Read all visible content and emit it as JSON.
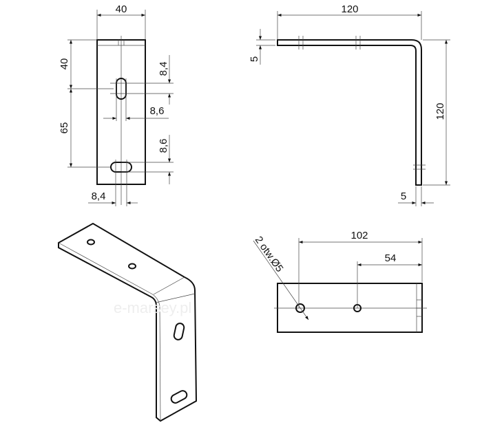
{
  "front_view": {
    "width": "40",
    "top_to_slot": "40",
    "slot_to_slot": "65",
    "slot1_height": "8,4",
    "slot1_width": "8,6",
    "slot2_height": "8,6",
    "slot2_width": "8,4"
  },
  "side_view": {
    "length": "120",
    "thickness_top": "5",
    "height": "120",
    "thickness_bottom": "5"
  },
  "top_view": {
    "hole_spacing_outer": "102",
    "hole_spacing_inner": "54",
    "hole_note": "2 otw.Ø5"
  },
  "watermark": "e-marsey.pl",
  "colors": {
    "line": "#111111",
    "background": "#ffffff"
  }
}
